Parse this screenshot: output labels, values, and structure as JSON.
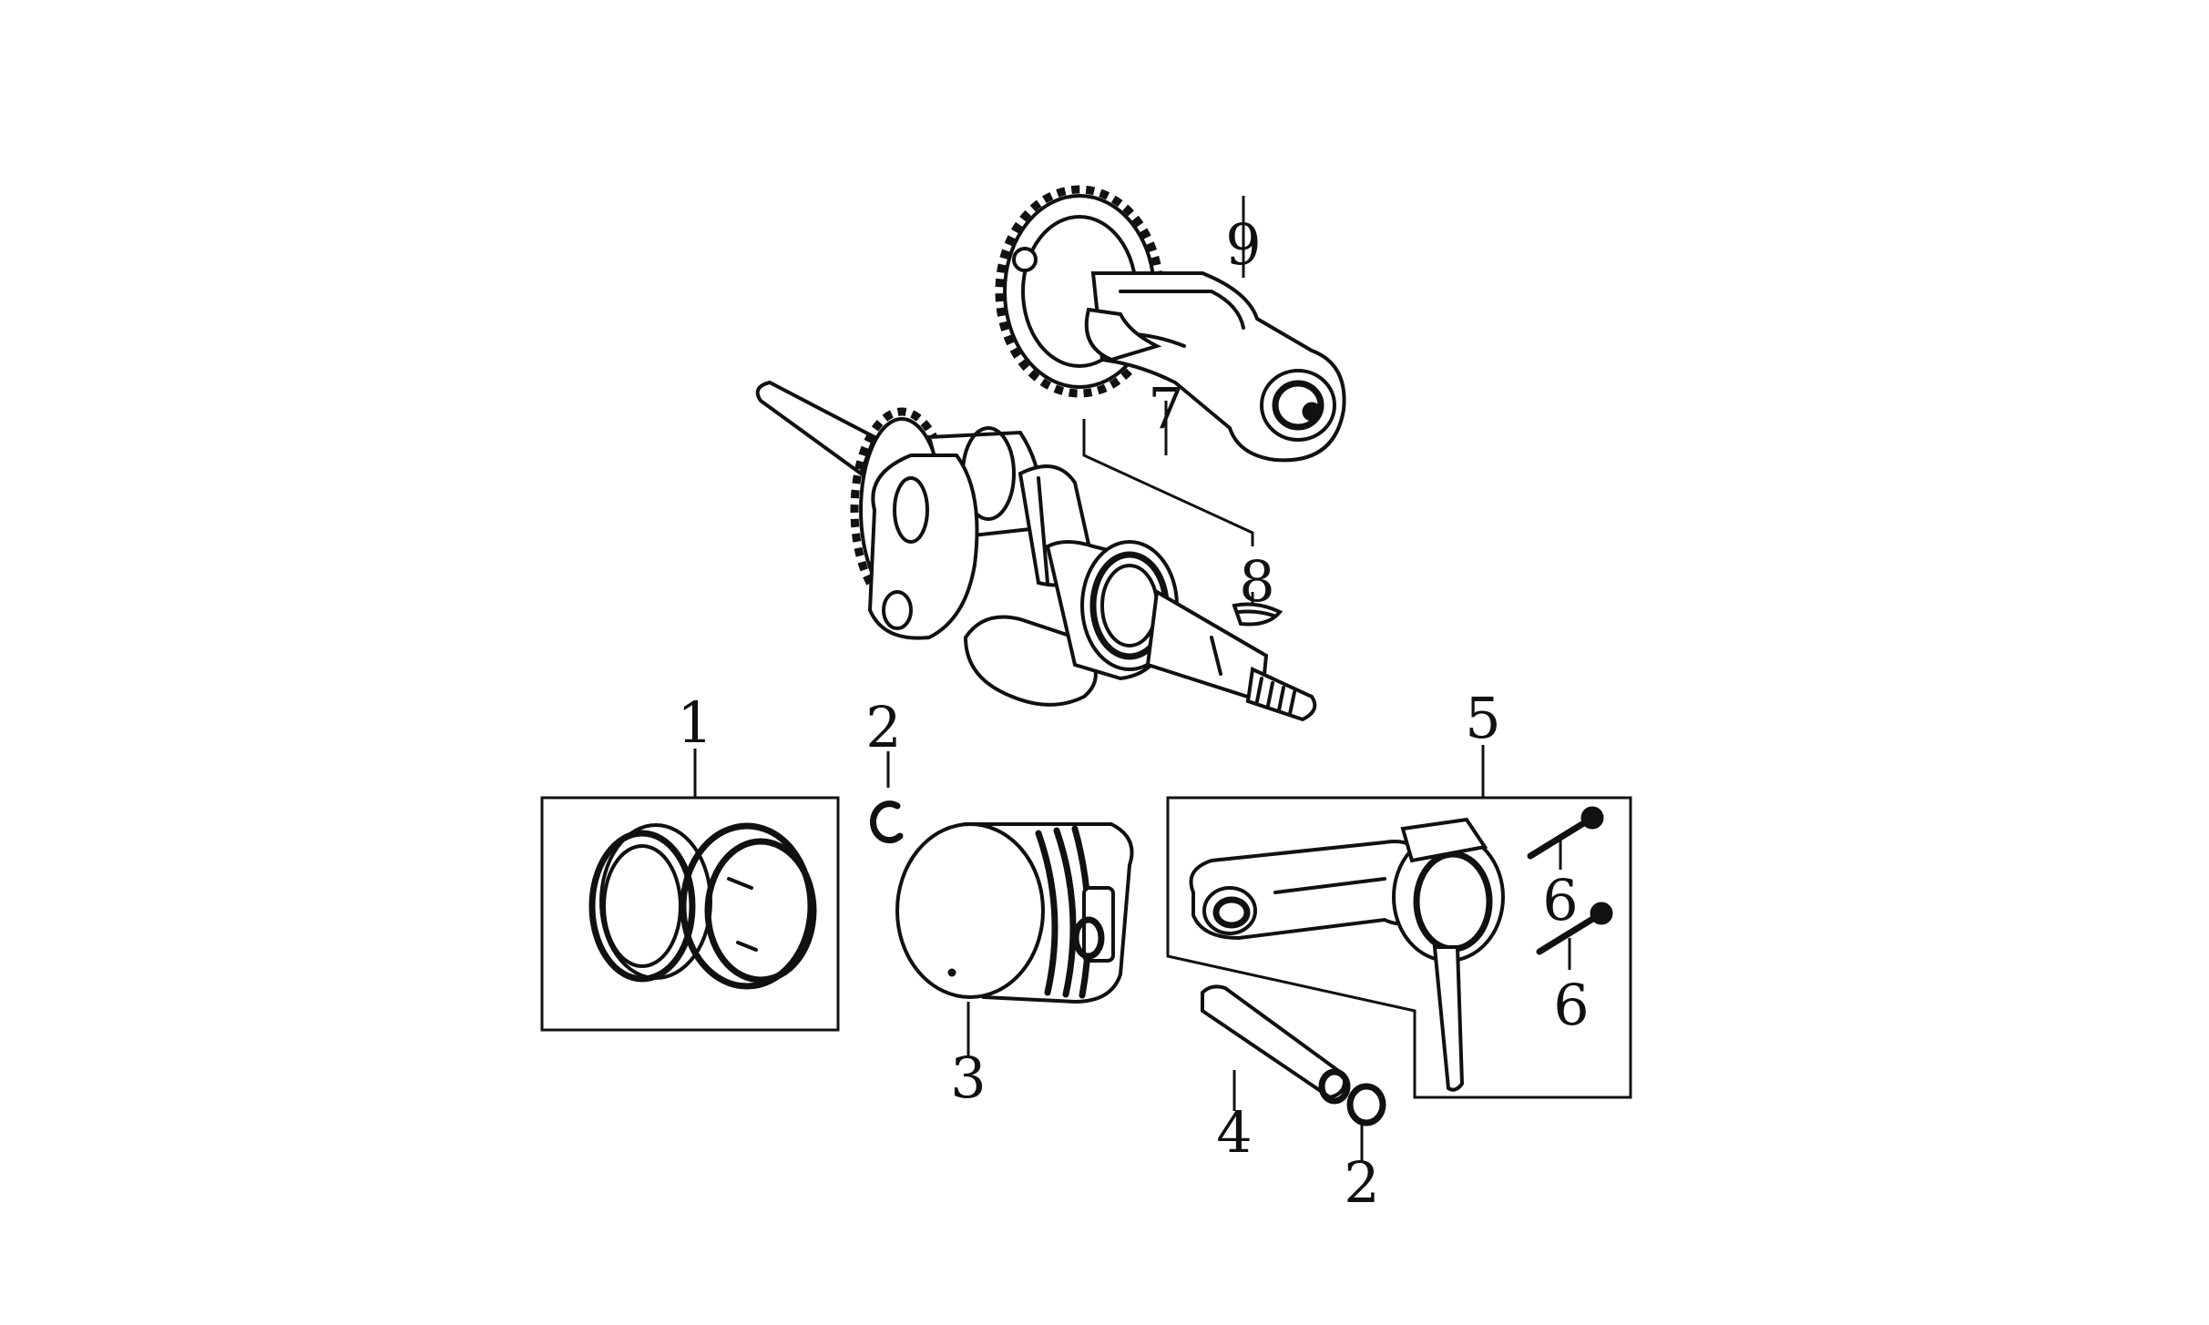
{
  "parts": [
    {
      "id": "piston-rings",
      "label": "1"
    },
    {
      "id": "piston-pin-clip-top",
      "label": "2"
    },
    {
      "id": "piston-pin-clip-bottom",
      "label": "2"
    },
    {
      "id": "piston",
      "label": "3"
    },
    {
      "id": "piston-pin",
      "label": "4"
    },
    {
      "id": "connecting-rod",
      "label": "5"
    },
    {
      "id": "rod-bolt-upper",
      "label": "6"
    },
    {
      "id": "rod-bolt-lower",
      "label": "6"
    },
    {
      "id": "crankshaft",
      "label": "7"
    },
    {
      "id": "woodruff-key",
      "label": "8"
    },
    {
      "id": "camshaft",
      "label": "9"
    }
  ]
}
